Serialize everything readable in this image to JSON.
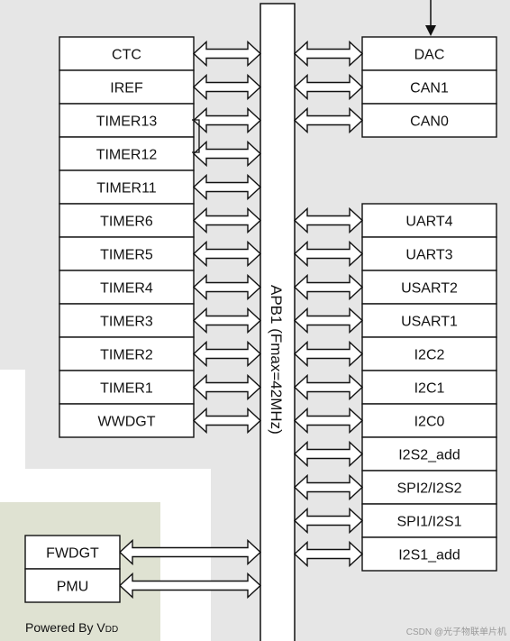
{
  "bus": {
    "label": "APB1 (Fmax=42MHz)"
  },
  "left_blocks": [
    "CTC",
    "IREF",
    "TIMER13",
    "TIMER12",
    "TIMER11",
    "TIMER6",
    "TIMER5",
    "TIMER4",
    "TIMER3",
    "TIMER2",
    "TIMER1",
    "WWDGT"
  ],
  "right_blocks_top": [
    "DAC",
    "CAN1",
    "CAN0"
  ],
  "right_blocks_bottom": [
    "UART4",
    "UART3",
    "USART2",
    "USART1",
    "I2C2",
    "I2C1",
    "I2C0",
    "I2S2_add",
    "SPI2/I2S2",
    "SPI1/I2S1",
    "I2S1_add"
  ],
  "power_domain": {
    "blocks": [
      "FWDGT",
      "PMU"
    ],
    "label_prefix": "Powered By V",
    "label_sub": "DD"
  },
  "colors": {
    "background": "#e6e6e6",
    "white_region": "#ffffff",
    "power_region": "#dfe2d2",
    "stroke": "#111111"
  },
  "watermark": "CSDN @光子物联单片机"
}
